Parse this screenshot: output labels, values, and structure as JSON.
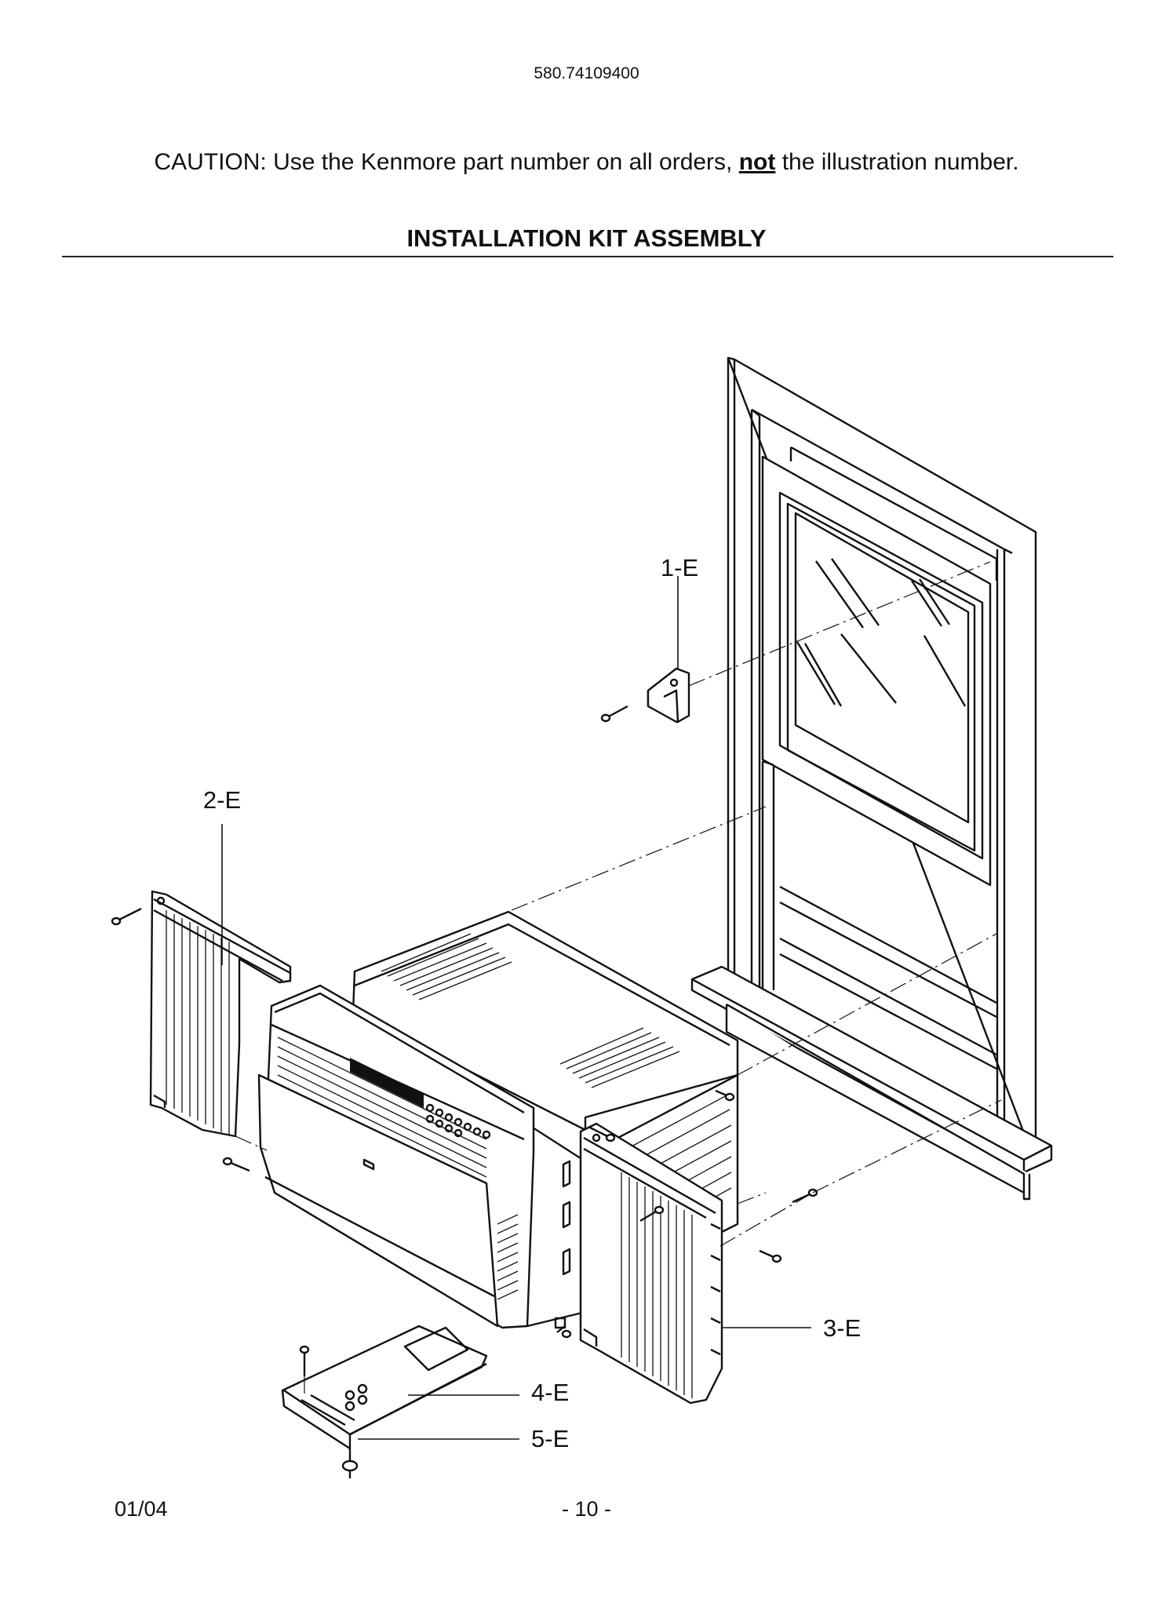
{
  "header": {
    "model_number": "580.74109400",
    "caution_prefix": "CAUTION: Use the Kenmore part number on all orders,",
    "caution_emphasis": "not",
    "caution_suffix": "the illustration number.",
    "title": "INSTALLATION KIT ASSEMBLY"
  },
  "diagram": {
    "callouts": [
      "1-E",
      "2-E",
      "3-E",
      "4-E",
      "5-E"
    ]
  },
  "footer": {
    "date": "01/04",
    "page": "- 10 -"
  }
}
